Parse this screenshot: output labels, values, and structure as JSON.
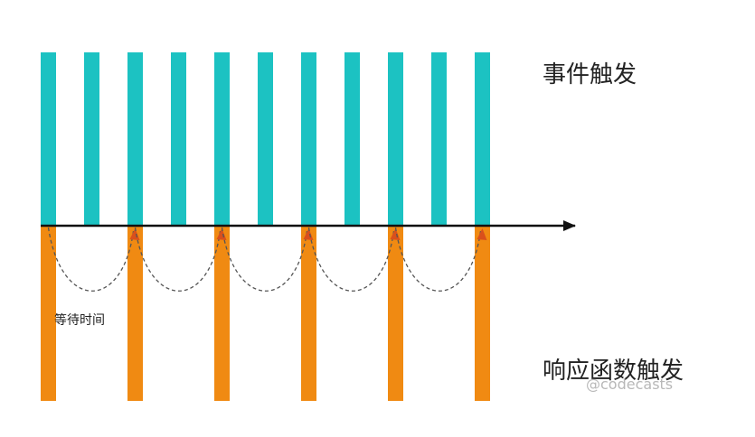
{
  "labels": {
    "event_trigger": "事件触发",
    "wait_time": "等待时间",
    "response_trigger": "响应函数触发"
  },
  "watermark": "@codecasts",
  "colors": {
    "event_bar": "#1cc2c2",
    "response_bar": "#f08a12",
    "axis": "#111111",
    "dashed_curve": "#555555",
    "arrow_head": "#d9501c"
  },
  "diagram": {
    "event_count": 11,
    "response_every_n_events": 2
  }
}
